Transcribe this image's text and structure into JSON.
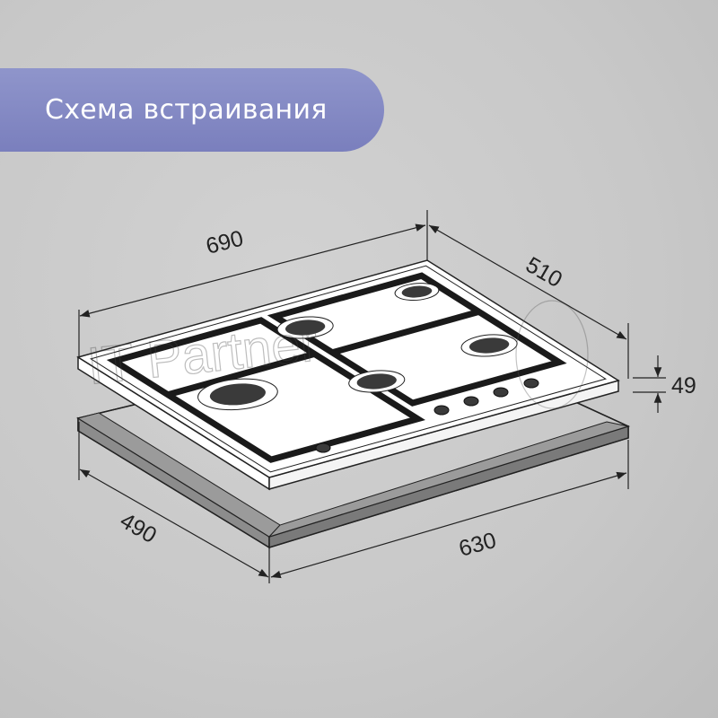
{
  "header": {
    "title": "Схема встраивания"
  },
  "dimensions": {
    "hob_width": "690",
    "hob_depth": "510",
    "hob_height": "49",
    "cutout_depth": "490",
    "cutout_width": "630"
  },
  "watermark": {
    "text": "IT Partner"
  },
  "colors": {
    "title_bg": "#7f84c2",
    "background": "#c8c8c8",
    "frame": "#8c8c8c",
    "burner": "#3a3a3a"
  }
}
